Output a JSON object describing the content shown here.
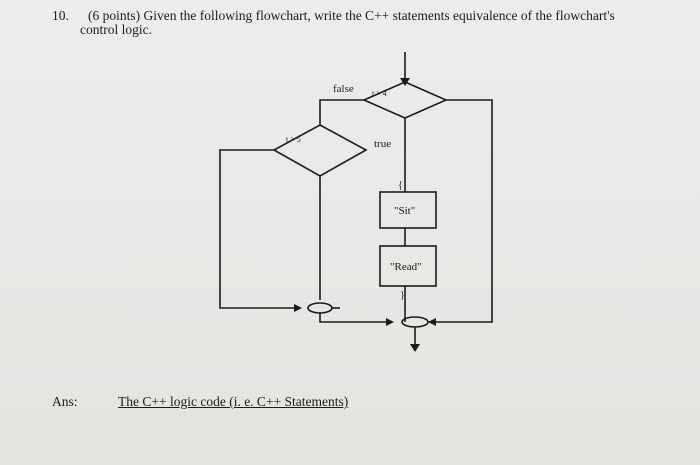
{
  "question": {
    "number": "10.",
    "text_line1": "(6 points) Given the following flowchart, write the C++ statements equivalence of the flowchart's",
    "text_line2": "control logic."
  },
  "flowchart": {
    "outer_condition": "t > 4",
    "inner_condition": "t > 5",
    "false_label": "false",
    "true_label": "true",
    "open_brace": "{",
    "close_brace": "}",
    "box1_text": "\"Sit\"",
    "box2_text": "\"Read\""
  },
  "answer": {
    "label": "Ans:",
    "prompt": "The C++ logic code (i. e. C++ Statements)"
  }
}
